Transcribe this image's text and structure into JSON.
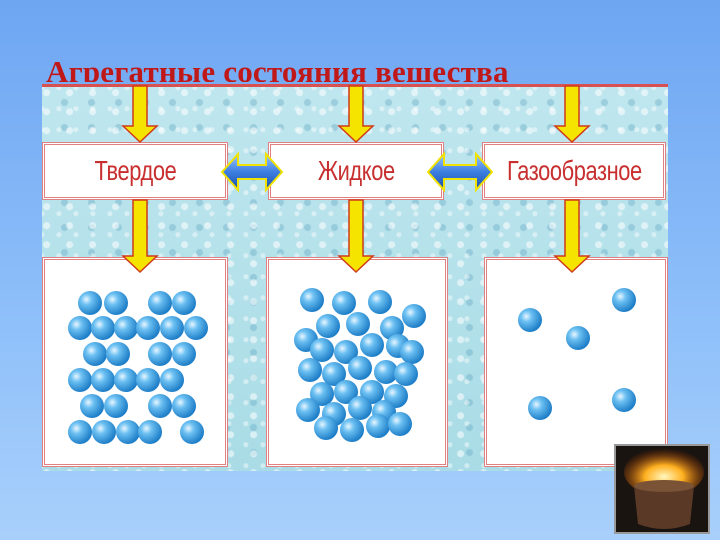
{
  "title": "Агрегатные состояния вещества",
  "states": [
    {
      "label": "Твердое"
    },
    {
      "label": "Жидкое"
    },
    {
      "label": "Газообразное"
    }
  ],
  "colors": {
    "title": "#c01818",
    "label": "#c83030",
    "arrow_yellow": "#f4e400",
    "arrow_blue": "#3c7ee0",
    "molecule": "#3aa4e8"
  },
  "icons": [
    "down-arrow-icon",
    "double-arrow-icon",
    "molecule-icon",
    "fire-pot-image"
  ]
}
